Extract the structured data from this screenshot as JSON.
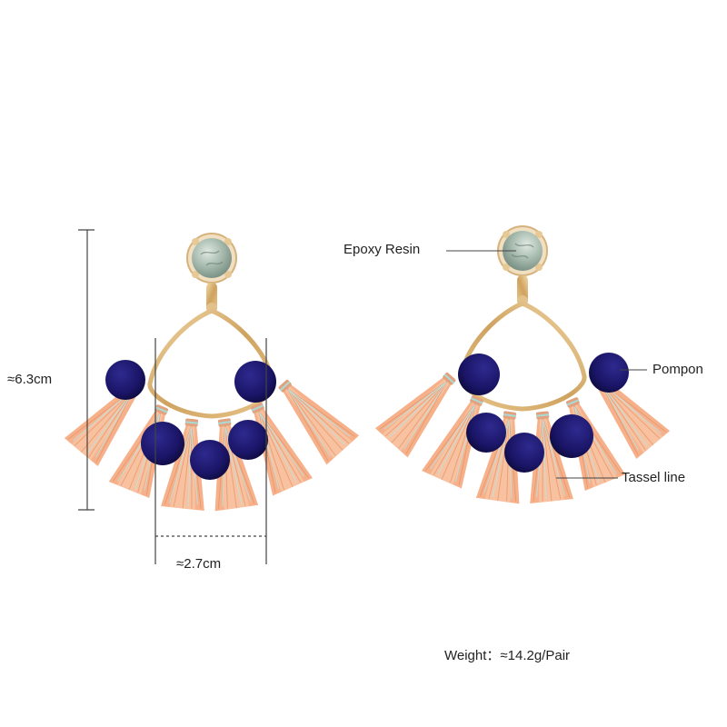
{
  "labels": {
    "height": "≈6.3cm",
    "width": "≈2.7cm",
    "epoxy_resin": "Epoxy Resin",
    "pompon": "Pompon",
    "tassel_line": "Tassel line",
    "weight": "Weight：≈14.2g/Pair"
  },
  "colors": {
    "background": "#ffffff",
    "gold_frame": "#d9b27a",
    "pompon_navy": "#1b1670",
    "tassel_peach": "#f6b08a",
    "tassel_mint": "#bfe2de",
    "resin_stone": "#9fb2a6",
    "dimension_line": "#444444"
  }
}
